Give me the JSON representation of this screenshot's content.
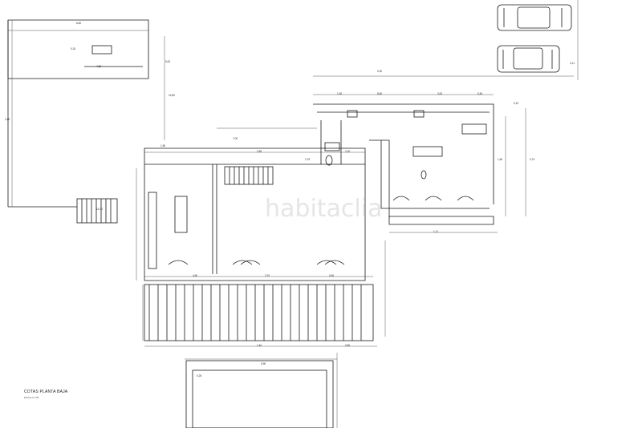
{
  "drawing": {
    "title": "COTAS PLANTA BAJA",
    "scale_note": "ESCALA 1:50",
    "watermark": "habitaclia"
  },
  "dimension_labels": [
    "8,60",
    "0,15",
    "4,65",
    "5,00",
    "14,50",
    "1,80",
    "11,00",
    "1,90",
    "7,00",
    "0,30",
    "1,50",
    "8,60",
    "3,00",
    "6,50",
    "0,70",
    "1,60",
    "1,11",
    "2,80",
    "2,20",
    "2,75",
    "4,60",
    "3,70",
    "0,60",
    "1,40",
    "0,80",
    "0,90",
    "0,25",
    "9,10",
    "4,11"
  ],
  "colors": {
    "line": "#1a1a1a",
    "dimension": "#2b2b2b",
    "background": "#ffffff"
  }
}
